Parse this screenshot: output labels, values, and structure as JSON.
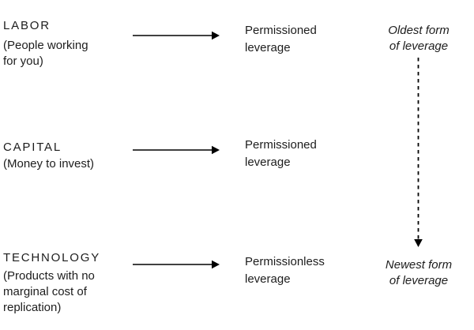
{
  "diagram": {
    "rows": [
      {
        "term": "LABOR",
        "definition": "(People working\nfor you)",
        "leverage": "Permissioned\nleverage"
      },
      {
        "term": "CAPITAL",
        "definition": "(Money to invest)",
        "leverage": "Permissioned\nleverage"
      },
      {
        "term": "TECHNOLOGY",
        "definition": "(Products with no\nmarginal cost of\nreplication)",
        "leverage": "Permissionless\nleverage"
      }
    ],
    "timeline": {
      "top_label": "Oldest form\nof leverage",
      "bottom_label": "Newest form\nof leverage"
    },
    "colors": {
      "text": "#1d1d1d",
      "arrow": "#000000",
      "background": "#ffffff"
    }
  }
}
